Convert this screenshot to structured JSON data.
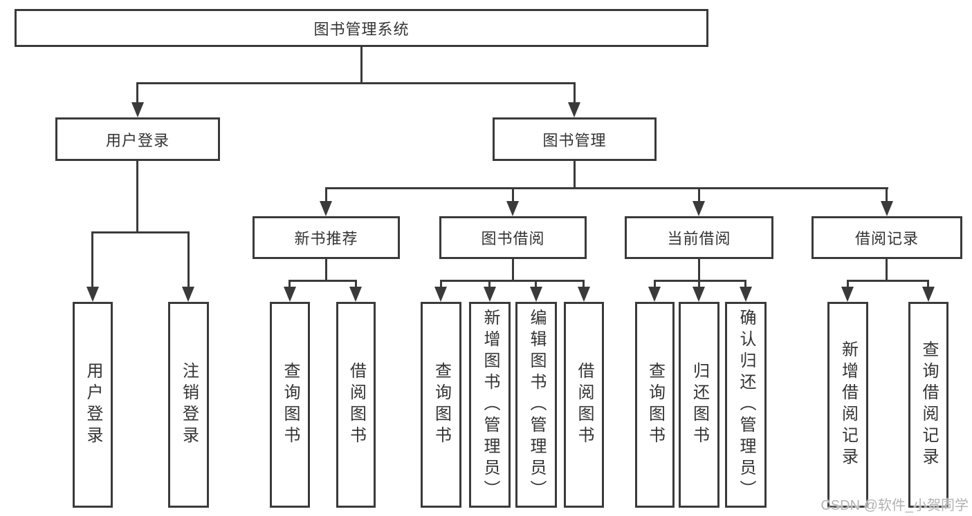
{
  "colors": {
    "line": "#3a3a3a",
    "box_background": "#ffffff",
    "text": "#333333",
    "watermark": "#b2b2b2"
  },
  "watermark": "CSDN @软件_小贺同学",
  "tree": {
    "root": {
      "label": "图书管理系统"
    },
    "branches": [
      {
        "label": "用户登录",
        "children": [
          {
            "label": "用户登录"
          },
          {
            "label": "注销登录"
          }
        ]
      },
      {
        "label": "图书管理",
        "children": [
          {
            "label": "新书推荐",
            "children": [
              {
                "label": "查询图书"
              },
              {
                "label": "借阅图书"
              }
            ]
          },
          {
            "label": "图书借阅",
            "children": [
              {
                "label": "查询图书"
              },
              {
                "label": "新增图书（管理员）"
              },
              {
                "label": "编辑图书（管理员）"
              },
              {
                "label": "借阅图书"
              }
            ]
          },
          {
            "label": "当前借阅",
            "children": [
              {
                "label": "查询图书"
              },
              {
                "label": "归还图书"
              },
              {
                "label": "确认归还（管理员）"
              }
            ]
          },
          {
            "label": "借阅记录",
            "children": [
              {
                "label": "新增借阅记录"
              },
              {
                "label": "查询借阅记录"
              }
            ]
          }
        ]
      }
    ]
  }
}
